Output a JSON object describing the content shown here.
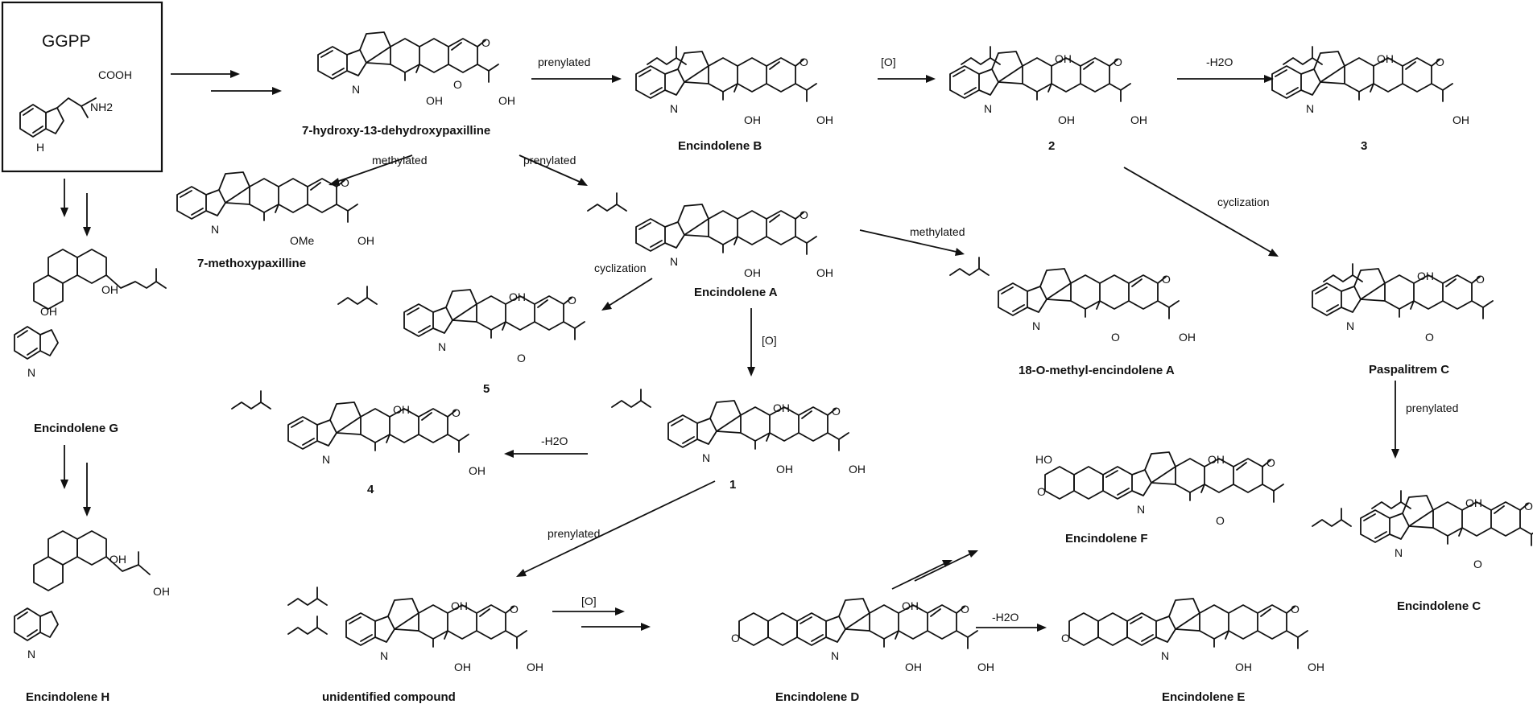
{
  "start_box": {
    "title": "GGPP",
    "atoms": {
      "acid": "COOH",
      "amine": "NH2",
      "nh": "H"
    }
  },
  "compounds": {
    "c7hdp": "7-hydroxy-13-dehydroxypaxilline",
    "encB": "Encindolene B",
    "c2": "2",
    "c3": "3",
    "c7mp": "7-methoxypaxilline",
    "encA": "Encindolene A",
    "c18": "18-O-methyl-encindolene A",
    "paspC": "Paspalitrem C",
    "encG": "Encindolene G",
    "c5": "5",
    "c4": "4",
    "c1": "1",
    "encF": "Encindolene F",
    "encC": "Encindolene C",
    "encH": "Encindolene H",
    "unk": "unidentified compound",
    "encD": "Encindolene D",
    "encE": "Encindolene E"
  },
  "steps": {
    "s1": "prenylated",
    "s2": "[O]",
    "s3": "-H2O",
    "s4": "methylated",
    "s5": "prenylated",
    "s6": "cyclization",
    "s7": "methylated",
    "s8": "cyclization",
    "s9": "[O]",
    "s10": "-H2O",
    "s11": "prenylated",
    "s12": "prenylated",
    "s13": "[O]",
    "s14": "-H2O"
  },
  "atoms": {
    "OH": "OH",
    "O": "O",
    "OMe": "OMe",
    "NH": "N",
    "H": "H",
    "HO": "HO"
  }
}
